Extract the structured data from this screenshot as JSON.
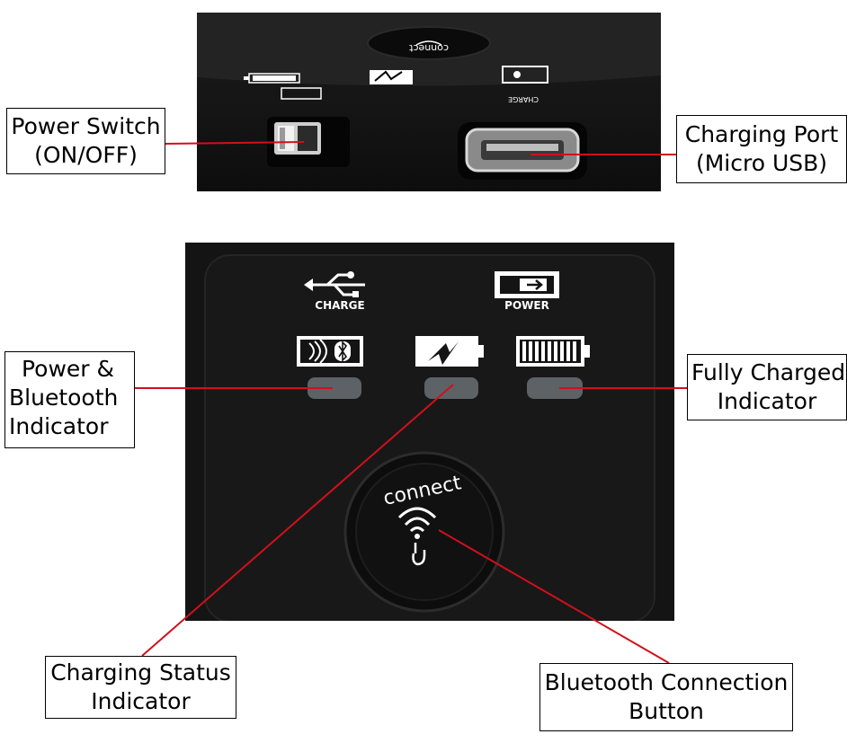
{
  "callouts": {
    "power_switch": {
      "line1": "Power Switch",
      "line2": "(ON/OFF)"
    },
    "charging_port": {
      "line1": "Charging Port",
      "line2": "(Micro USB)"
    },
    "power_bt": {
      "line1": "Power &",
      "line2": "Bluetooth",
      "line3": "Indicator"
    },
    "fully_charged": {
      "line1": "Fully Charged",
      "line2": "Indicator"
    },
    "charging_status": {
      "line1": "Charging Status",
      "line2": "Indicator"
    },
    "bt_button": {
      "line1": "Bluetooth Connection",
      "line2": "Button"
    }
  },
  "device": {
    "charge_label": "CHARGE",
    "power_label": "POWER",
    "connect_label": "connect",
    "top_charge_label": "CHARGE",
    "top_connect_label": "connect"
  },
  "colors": {
    "leader_line": "#d0101c",
    "panel": "#141414",
    "led": "#5c6266"
  }
}
